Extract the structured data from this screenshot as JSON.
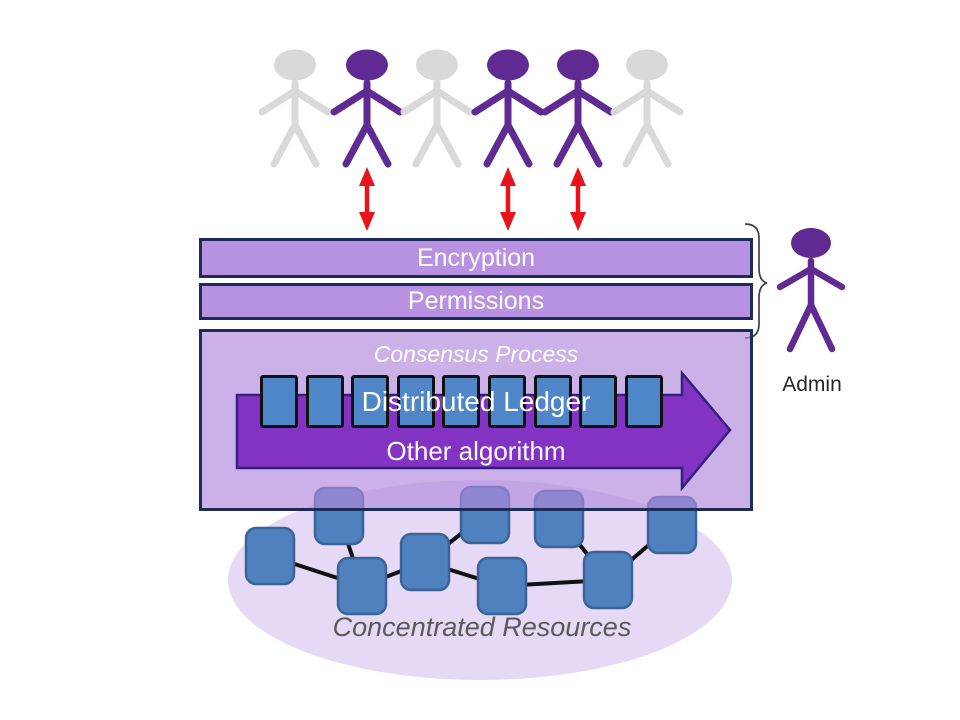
{
  "users": {
    "items": [
      {
        "state": "inactive"
      },
      {
        "state": "active"
      },
      {
        "state": "inactive"
      },
      {
        "state": "active"
      },
      {
        "state": "active"
      },
      {
        "state": "inactive"
      }
    ],
    "arrows_under": [
      1,
      3,
      4
    ]
  },
  "layers": {
    "encryption": {
      "label": "Encryption"
    },
    "permissions": {
      "label": "Permissions"
    }
  },
  "consensus": {
    "title": "Consensus Process",
    "ledger_label": "Distributed Ledger",
    "arrow_label": "Other algorithm",
    "block_count": 9
  },
  "admin": {
    "label": "Admin"
  },
  "resources": {
    "label": "Concentrated Resources",
    "node_count": 9,
    "edges": [
      [
        0,
        2
      ],
      [
        1,
        2
      ],
      [
        2,
        3
      ],
      [
        3,
        4
      ],
      [
        3,
        5
      ],
      [
        5,
        7
      ],
      [
        6,
        7
      ],
      [
        7,
        8
      ]
    ]
  },
  "colors": {
    "user_active": "#5f2a91",
    "user_inactive": "#d9d9d9",
    "connection_red": "#e8131b",
    "layer_fill": "#b892e0",
    "layer_border": "#1c2b5a",
    "consensus_fill_rgba": "rgba(176,136,220,0.66)",
    "process_arrow_fill": "#8333c4",
    "process_arrow_border": "#33207a",
    "block_fill": "#4f86c8",
    "block_border": "#111111",
    "node_fill": "#4e81bd",
    "node_border": "#3a6499",
    "ellipse_fill": "#e6d9f5",
    "edge_color": "#111111",
    "brace_color": "#404040",
    "resources_text": "#595959",
    "admin_text": "#262626"
  }
}
